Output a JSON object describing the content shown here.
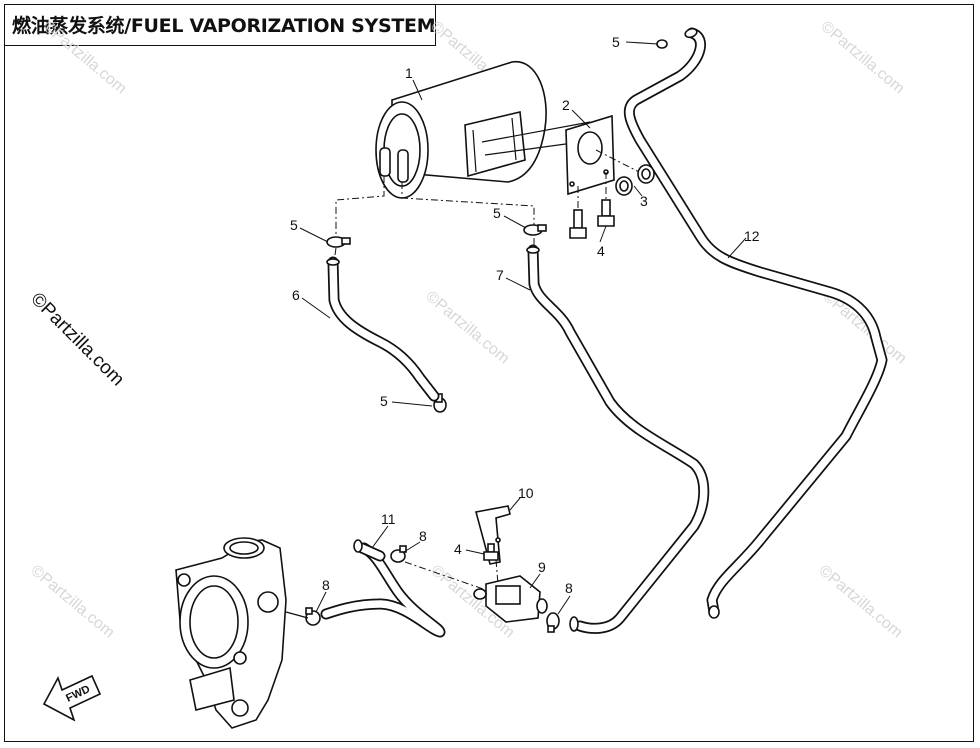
{
  "title": "燃油蒸发系统/FUEL VAPORIZATION SYSTEM",
  "watermark": "©Partzilla.com",
  "fwd_label": "FWD",
  "callouts": [
    "1",
    "2",
    "3",
    "4",
    "4",
    "5",
    "5",
    "5",
    "5",
    "6",
    "7",
    "8",
    "8",
    "8",
    "9",
    "10",
    "11",
    "12"
  ]
}
